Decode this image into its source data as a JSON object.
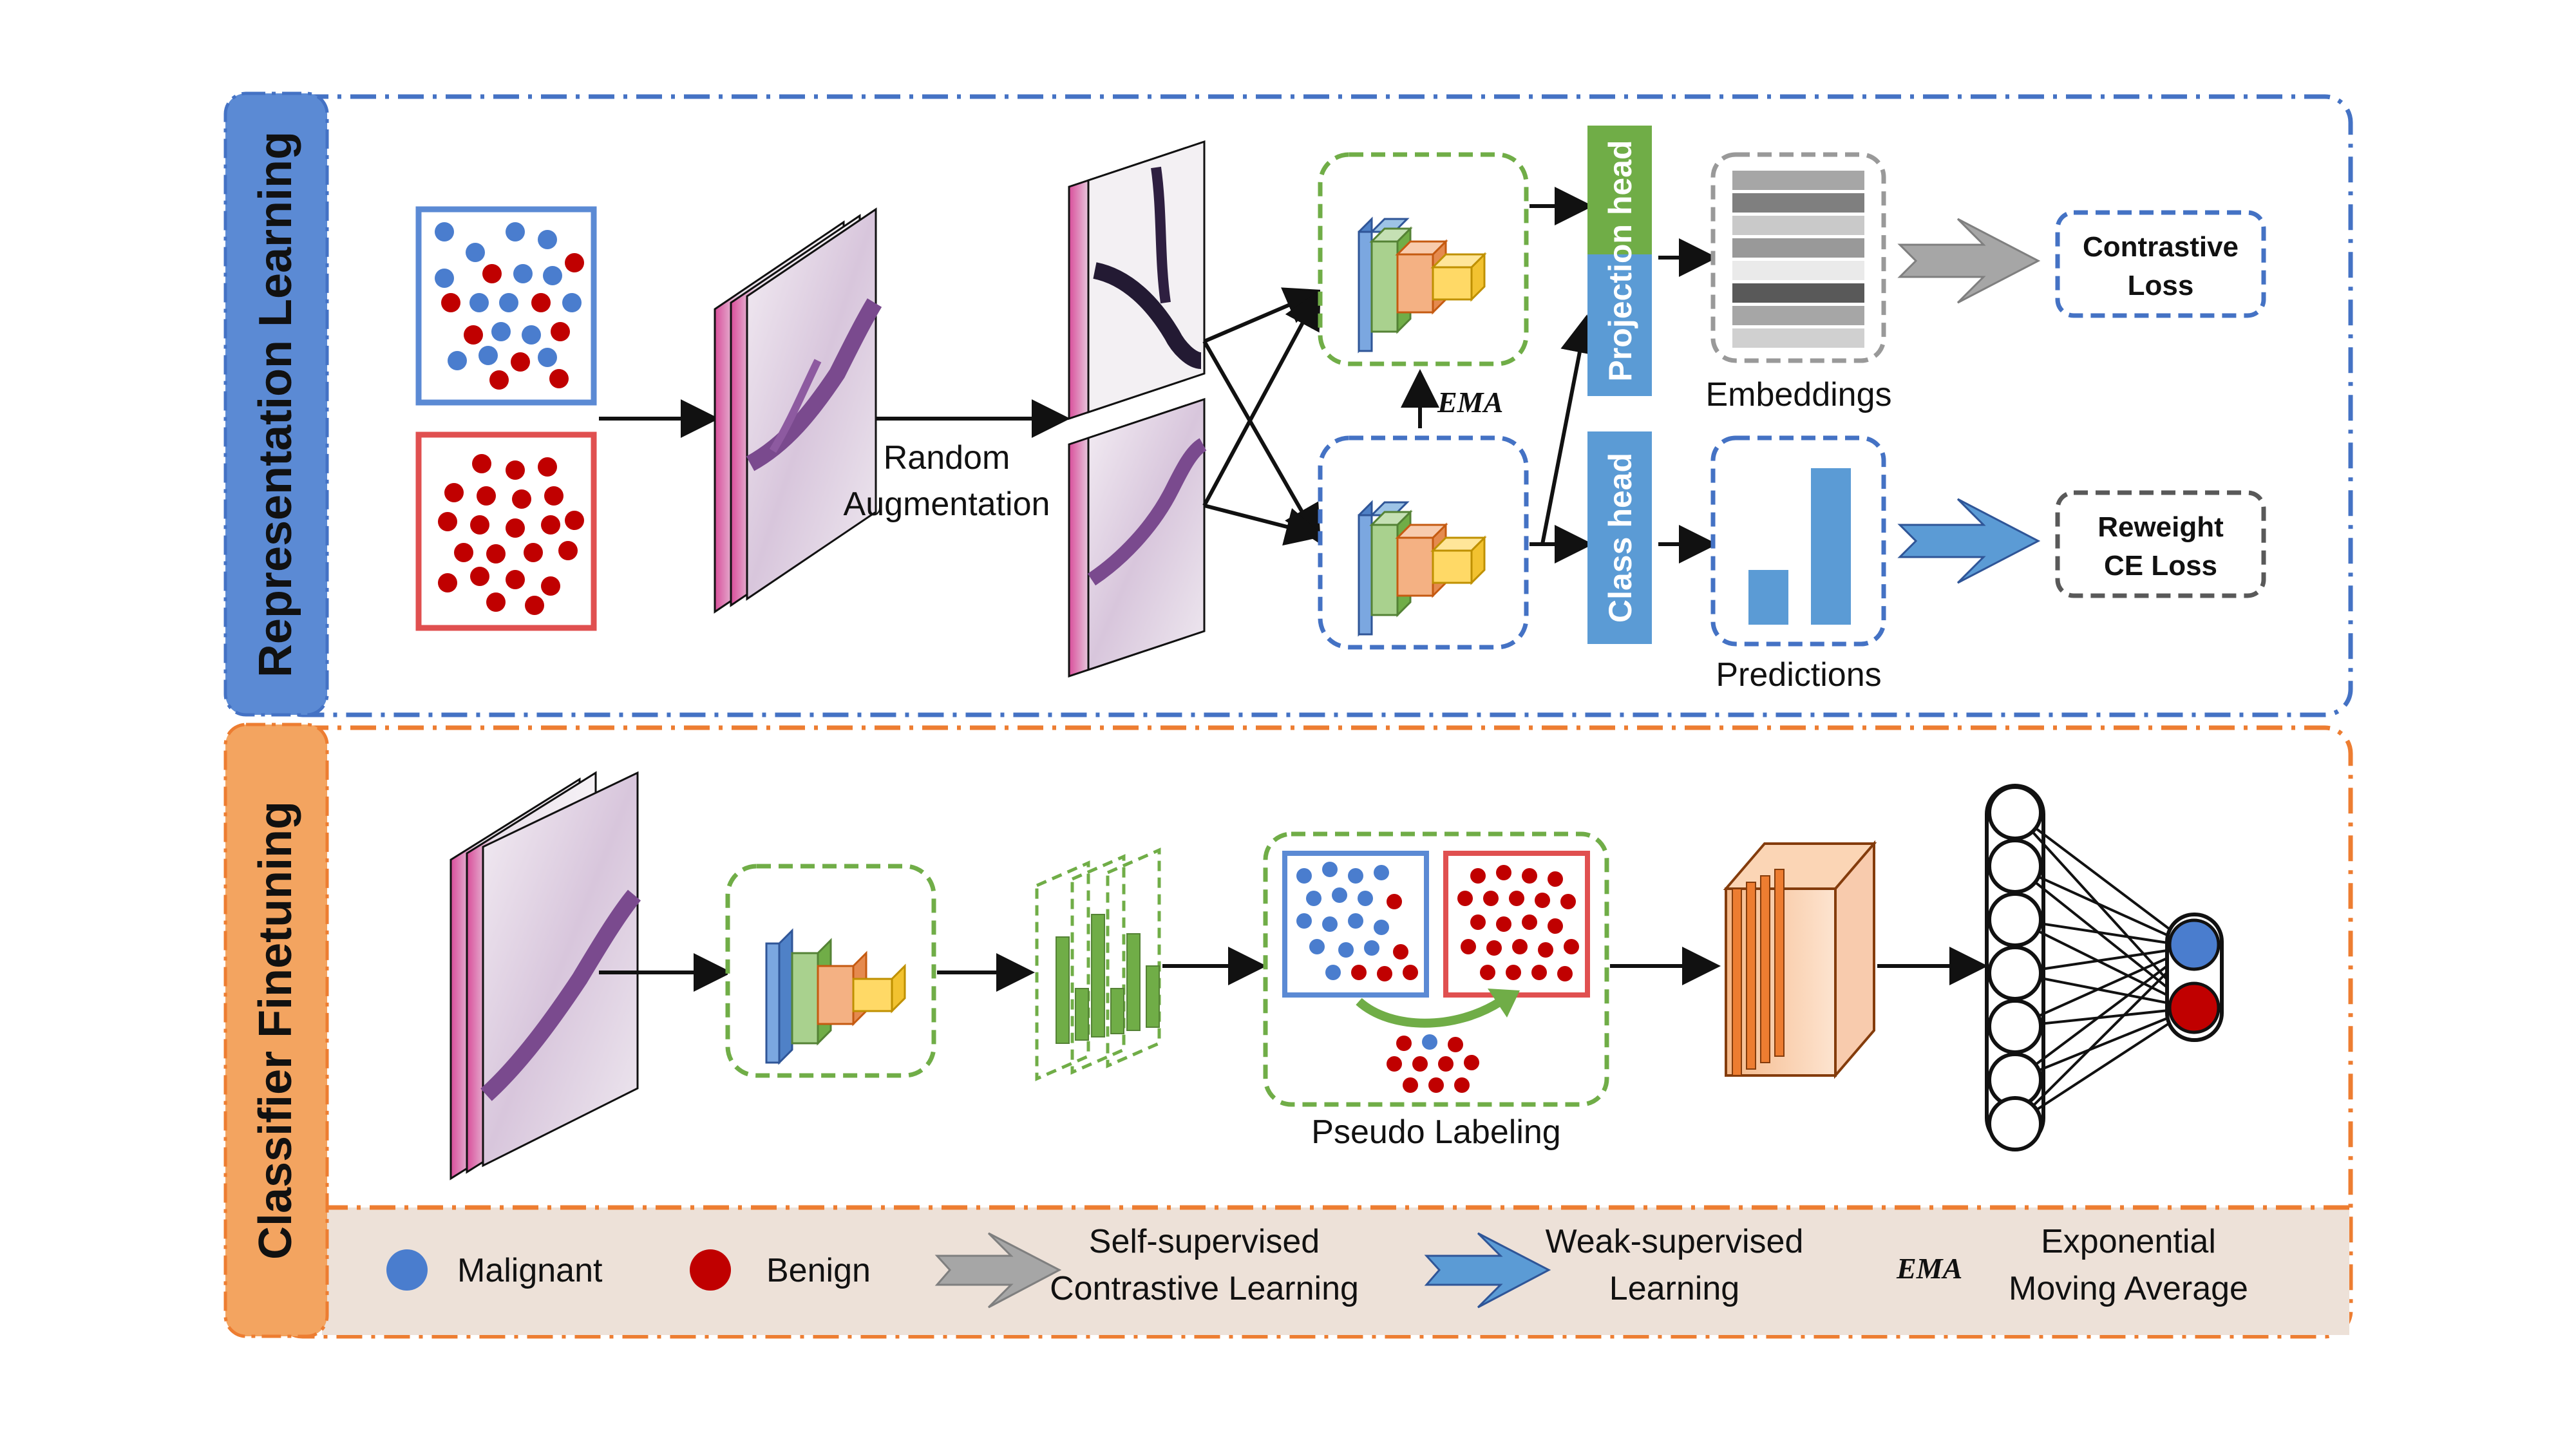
{
  "colors": {
    "malignant": "#4a7dce",
    "benign": "#c00000",
    "green": "#70ad47",
    "blue_dash": "#4472c4",
    "orange": "#ed7d31",
    "gray": "#999999",
    "rep_panel": "#5b8ad4",
    "fine_panel": "#f3a460",
    "legend_bg": "#ede1d8"
  },
  "panels": {
    "representation_learning": "Representation Learning",
    "classifier_finetuning": "Classifier Finetuning"
  },
  "labels": {
    "random_augmentation_line1": "Random",
    "random_augmentation_line2": "Augmentation",
    "ema": "EMA",
    "projection_head": "Projection head",
    "class_head": "Class head",
    "embeddings": "Embeddings",
    "predictions": "Predictions",
    "contrastive_loss_line1": "Contrastive",
    "contrastive_loss_line2": "Loss",
    "reweight_ce_loss_line1": "Reweight",
    "reweight_ce_loss_line2": "CE Loss",
    "pseudo_labeling": "Pseudo Labeling"
  },
  "legend": {
    "malignant": "Malignant",
    "benign": "Benign",
    "self_supervised_line1": "Self-supervised",
    "self_supervised_line2": "Contrastive Learning",
    "weak_supervised_line1": "Weak-supervised",
    "weak_supervised_line2": "Learning",
    "ema_symbol": "EMA",
    "ema_line1": "Exponential",
    "ema_line2": "Moving Average"
  }
}
